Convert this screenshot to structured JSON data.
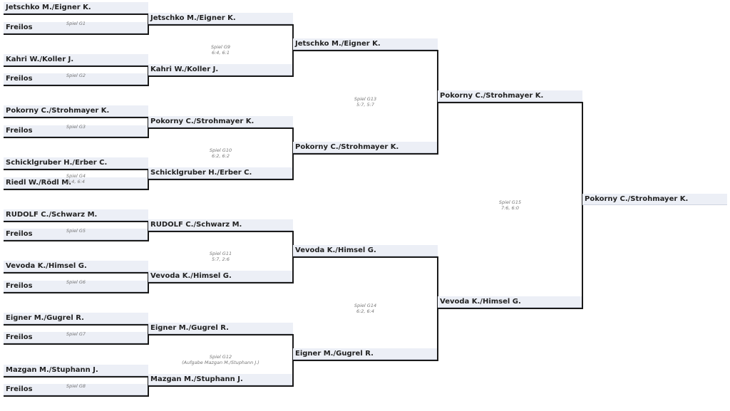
{
  "rounds": [
    {
      "matches": [
        {
          "top": "Jetschko M./Eigner K.",
          "bottom": "Freilos",
          "spiel": "Spiel G1",
          "result": ""
        },
        {
          "top": "Kahri W./Koller J.",
          "bottom": "Freilos",
          "spiel": "Spiel G2",
          "result": ""
        },
        {
          "top": "Pokorny C./Strohmayer K.",
          "bottom": "Freilos",
          "spiel": "Spiel G3",
          "result": ""
        },
        {
          "top": "Schicklgruber H./Erber C.",
          "bottom": "Riedl W./Rödl M.",
          "spiel": "Spiel G4",
          "result": "6:4, 6:4"
        },
        {
          "top": "RUDOLF C./Schwarz M.",
          "bottom": "Freilos",
          "spiel": "Spiel G5",
          "result": ""
        },
        {
          "top": "Vevoda K./Himsel G.",
          "bottom": "Freilos",
          "spiel": "Spiel G6",
          "result": ""
        },
        {
          "top": "Eigner M./Gugrel R.",
          "bottom": "Freilos",
          "spiel": "Spiel G7",
          "result": ""
        },
        {
          "top": "Mazgan M./Stuphann J.",
          "bottom": "Freilos",
          "spiel": "Spiel G8",
          "result": ""
        }
      ]
    },
    {
      "matches": [
        {
          "top": "Jetschko M./Eigner K.",
          "bottom": "Kahri W./Koller J.",
          "spiel": "Spiel G9",
          "result": "6:4, 6:1"
        },
        {
          "top": "Pokorny C./Strohmayer K.",
          "bottom": "Schicklgruber H./Erber C.",
          "spiel": "Spiel G10",
          "result": "6:2, 6:2"
        },
        {
          "top": "RUDOLF C./Schwarz M.",
          "bottom": "Vevoda K./Himsel G.",
          "spiel": "Spiel G11",
          "result": "5:7, 2:6"
        },
        {
          "top": "Eigner M./Gugrel R.",
          "bottom": "Mazgan M./Stuphann J.",
          "spiel": "Spiel G12",
          "result": "(Aufgabe Mazgan M./Stuphann J.)"
        }
      ]
    },
    {
      "matches": [
        {
          "top": "Jetschko M./Eigner K.",
          "bottom": "Pokorny C./Strohmayer K.",
          "spiel": "Spiel G13",
          "result": "5:7, 5:7"
        },
        {
          "top": "Vevoda K./Himsel G.",
          "bottom": "Eigner M./Gugrel R.",
          "spiel": "Spiel G14",
          "result": "6:2, 6:4"
        }
      ]
    },
    {
      "matches": [
        {
          "top": "Pokorny C./Strohmayer K.",
          "bottom": "Vevoda K./Himsel G.",
          "spiel": "Spiel G15",
          "result": "7:6, 6:0"
        }
      ]
    }
  ],
  "winner": "Pokorny C./Strohmayer K."
}
